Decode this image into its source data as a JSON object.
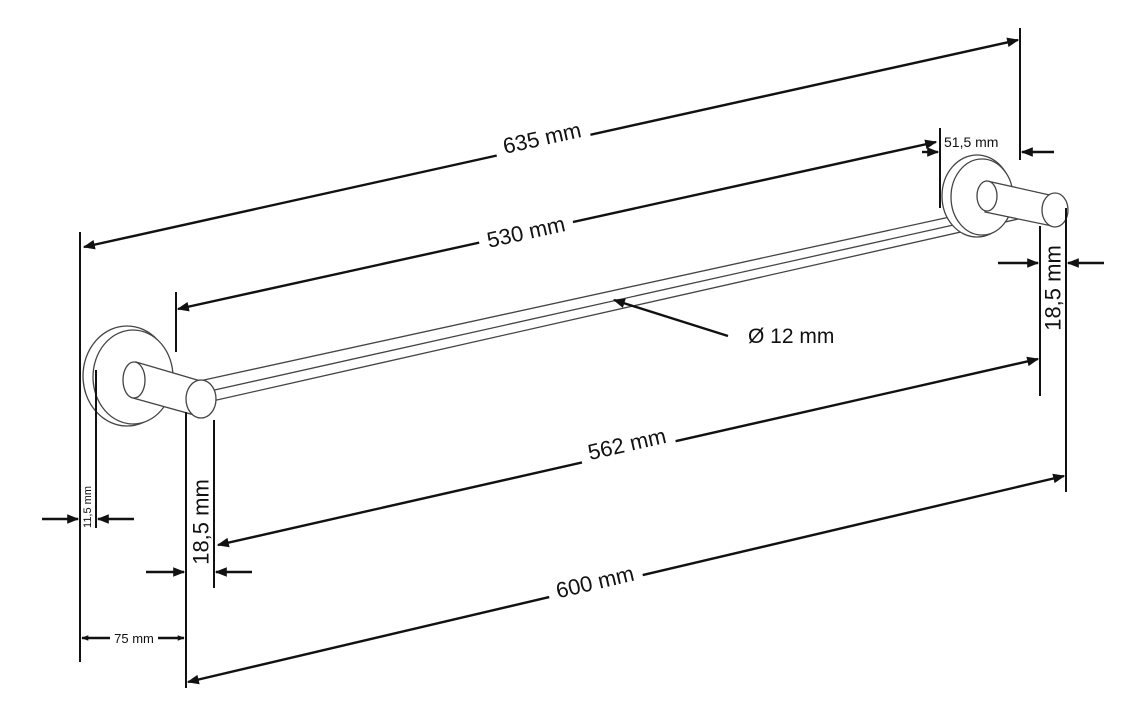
{
  "colors": {
    "ink": "#111111",
    "part_outline": "#444444",
    "background": "#ffffff"
  },
  "dimensions": {
    "overall_length": "635 mm",
    "bar_length": "530 mm",
    "center_distance": "562 mm",
    "outer_length": "600 mm",
    "bar_diameter": "Ø 12 mm",
    "rose_diameter": "51,5 mm",
    "post_diameter_left": "18,5 mm",
    "post_diameter_right": "18,5 mm",
    "rose_thickness": "11,5 mm",
    "projection": "75 mm"
  }
}
